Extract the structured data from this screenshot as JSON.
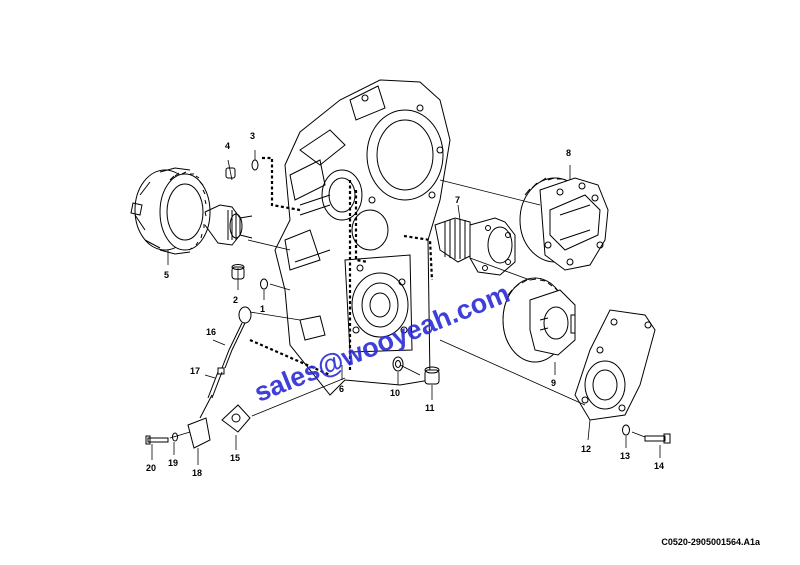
{
  "diagram": {
    "callouts": [
      "1",
      "2",
      "3",
      "4",
      "5",
      "6",
      "7",
      "8",
      "9",
      "10",
      "11",
      "12",
      "13",
      "14",
      "15",
      "16",
      "17",
      "18",
      "19",
      "20"
    ]
  },
  "watermark": "sales@wooyeah.com",
  "reference_code": "C0520-2905001564.A1a"
}
